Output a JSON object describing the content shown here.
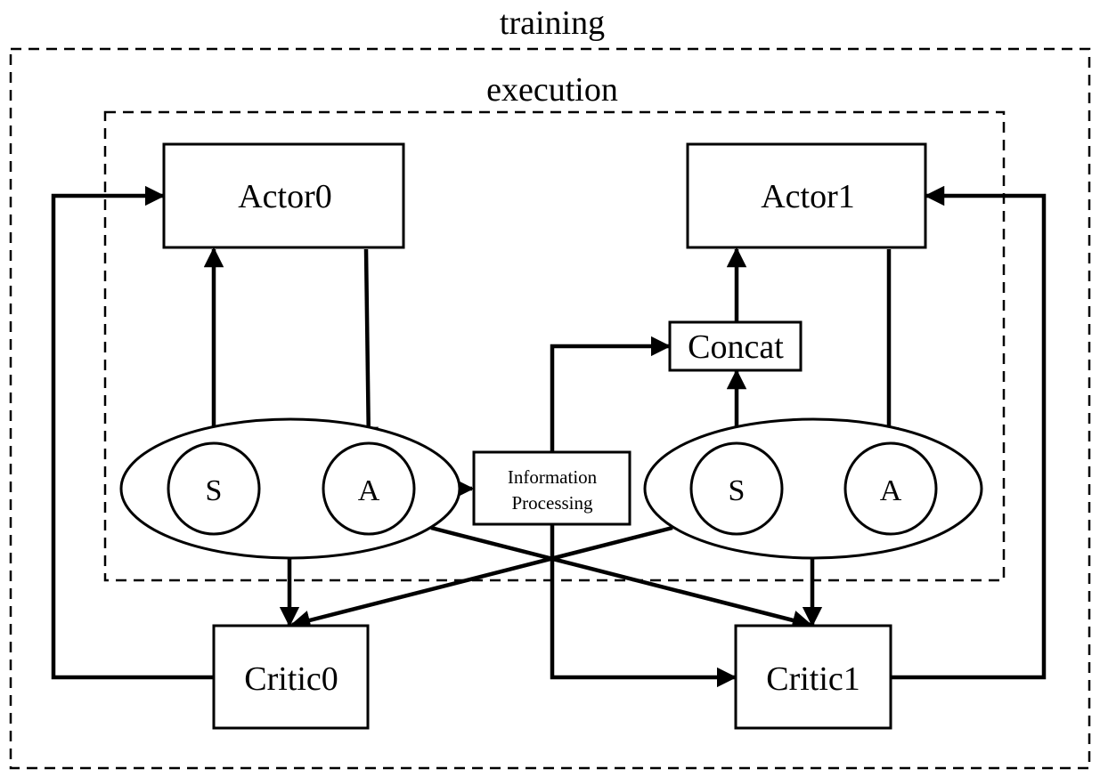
{
  "labels": {
    "training": "training",
    "execution": "execution",
    "actor0": "Actor0",
    "actor1": "Actor1",
    "concat": "Concat",
    "info_line1": "Information",
    "info_line2": "Processing",
    "critic0": "Critic0",
    "critic1": "Critic1",
    "s0": "S",
    "a0": "A",
    "s1": "S",
    "a1": "A"
  },
  "edges": [
    {
      "from": "critic0",
      "to": "actor0"
    },
    {
      "from": "state0",
      "to": "actor0"
    },
    {
      "from": "actor0",
      "to": "action0"
    },
    {
      "from": "action0",
      "to": "information-processing"
    },
    {
      "from": "information-processing",
      "to": "concat"
    },
    {
      "from": "information-processing",
      "to": "critic1"
    },
    {
      "from": "state1",
      "to": "concat"
    },
    {
      "from": "concat",
      "to": "actor1"
    },
    {
      "from": "actor1",
      "to": "action1"
    },
    {
      "from": "critic1",
      "to": "actor1"
    },
    {
      "from": "agent0",
      "to": "critic0"
    },
    {
      "from": "agent1",
      "to": "critic0"
    },
    {
      "from": "agent0",
      "to": "critic1"
    },
    {
      "from": "agent1",
      "to": "critic1"
    }
  ],
  "colors": {
    "stroke": "#000000",
    "fill": "#ffffff"
  }
}
